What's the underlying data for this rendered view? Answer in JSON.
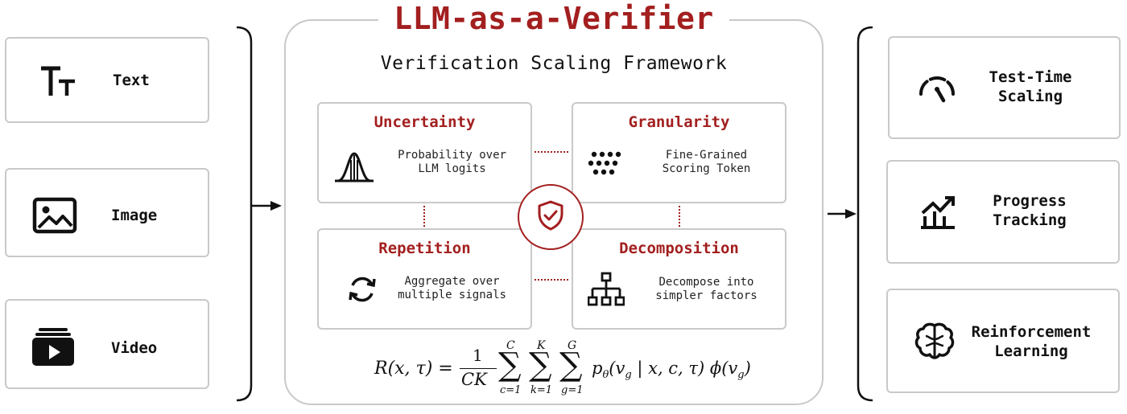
{
  "title": "LLM-as-a-Verifier",
  "subtitle": "Verification Scaling Framework",
  "inputs": [
    {
      "label": "Text",
      "icon": "text-size-icon"
    },
    {
      "label": "Image",
      "icon": "image-icon"
    },
    {
      "label": "Video",
      "icon": "video-library-icon"
    }
  ],
  "dimensions": {
    "uncertainty": {
      "title": "Uncertainty",
      "line1": "Probability over",
      "line2": "LLM logits",
      "icon": "bell-curve-icon"
    },
    "granularity": {
      "title": "Granularity",
      "line1": "Fine-Grained",
      "line2": "Scoring Token",
      "icon": "dot-grid-icon"
    },
    "repetition": {
      "title": "Repetition",
      "line1": "Aggregate over",
      "line2": "multiple signals",
      "icon": "refresh-icon"
    },
    "decomposition": {
      "title": "Decomposition",
      "line1": "Decompose into",
      "line2": "simpler factors",
      "icon": "hierarchy-icon"
    }
  },
  "center_icon": "shield-check-icon",
  "formula": {
    "lhs": "R(x, τ) =",
    "frac_num": "1",
    "frac_den": "CK",
    "sum_sym": "∑",
    "sum1_top": "C",
    "sum1_bot": "c=1",
    "sum2_top": "K",
    "sum2_bot": "k=1",
    "sum3_top": "G",
    "sum3_bot": "g=1",
    "term": "p",
    "term_sub": "θ",
    "term_rest": "(v",
    "term_rest_sub": "g",
    "term_args": " | x, c, τ) ϕ(v",
    "term_end_sub": "g",
    "term_close": ")"
  },
  "outputs": [
    {
      "line1": "Test-Time",
      "line2": "Scaling",
      "icon": "speedometer-icon"
    },
    {
      "line1": "Progress",
      "line2": "Tracking",
      "icon": "trending-up-chart-icon"
    },
    {
      "line1": "Reinforcement",
      "line2": "Learning",
      "icon": "brain-icon"
    }
  ],
  "colors": {
    "accent": "#a31f1f",
    "border": "#c9c9c9",
    "text": "#111111"
  }
}
